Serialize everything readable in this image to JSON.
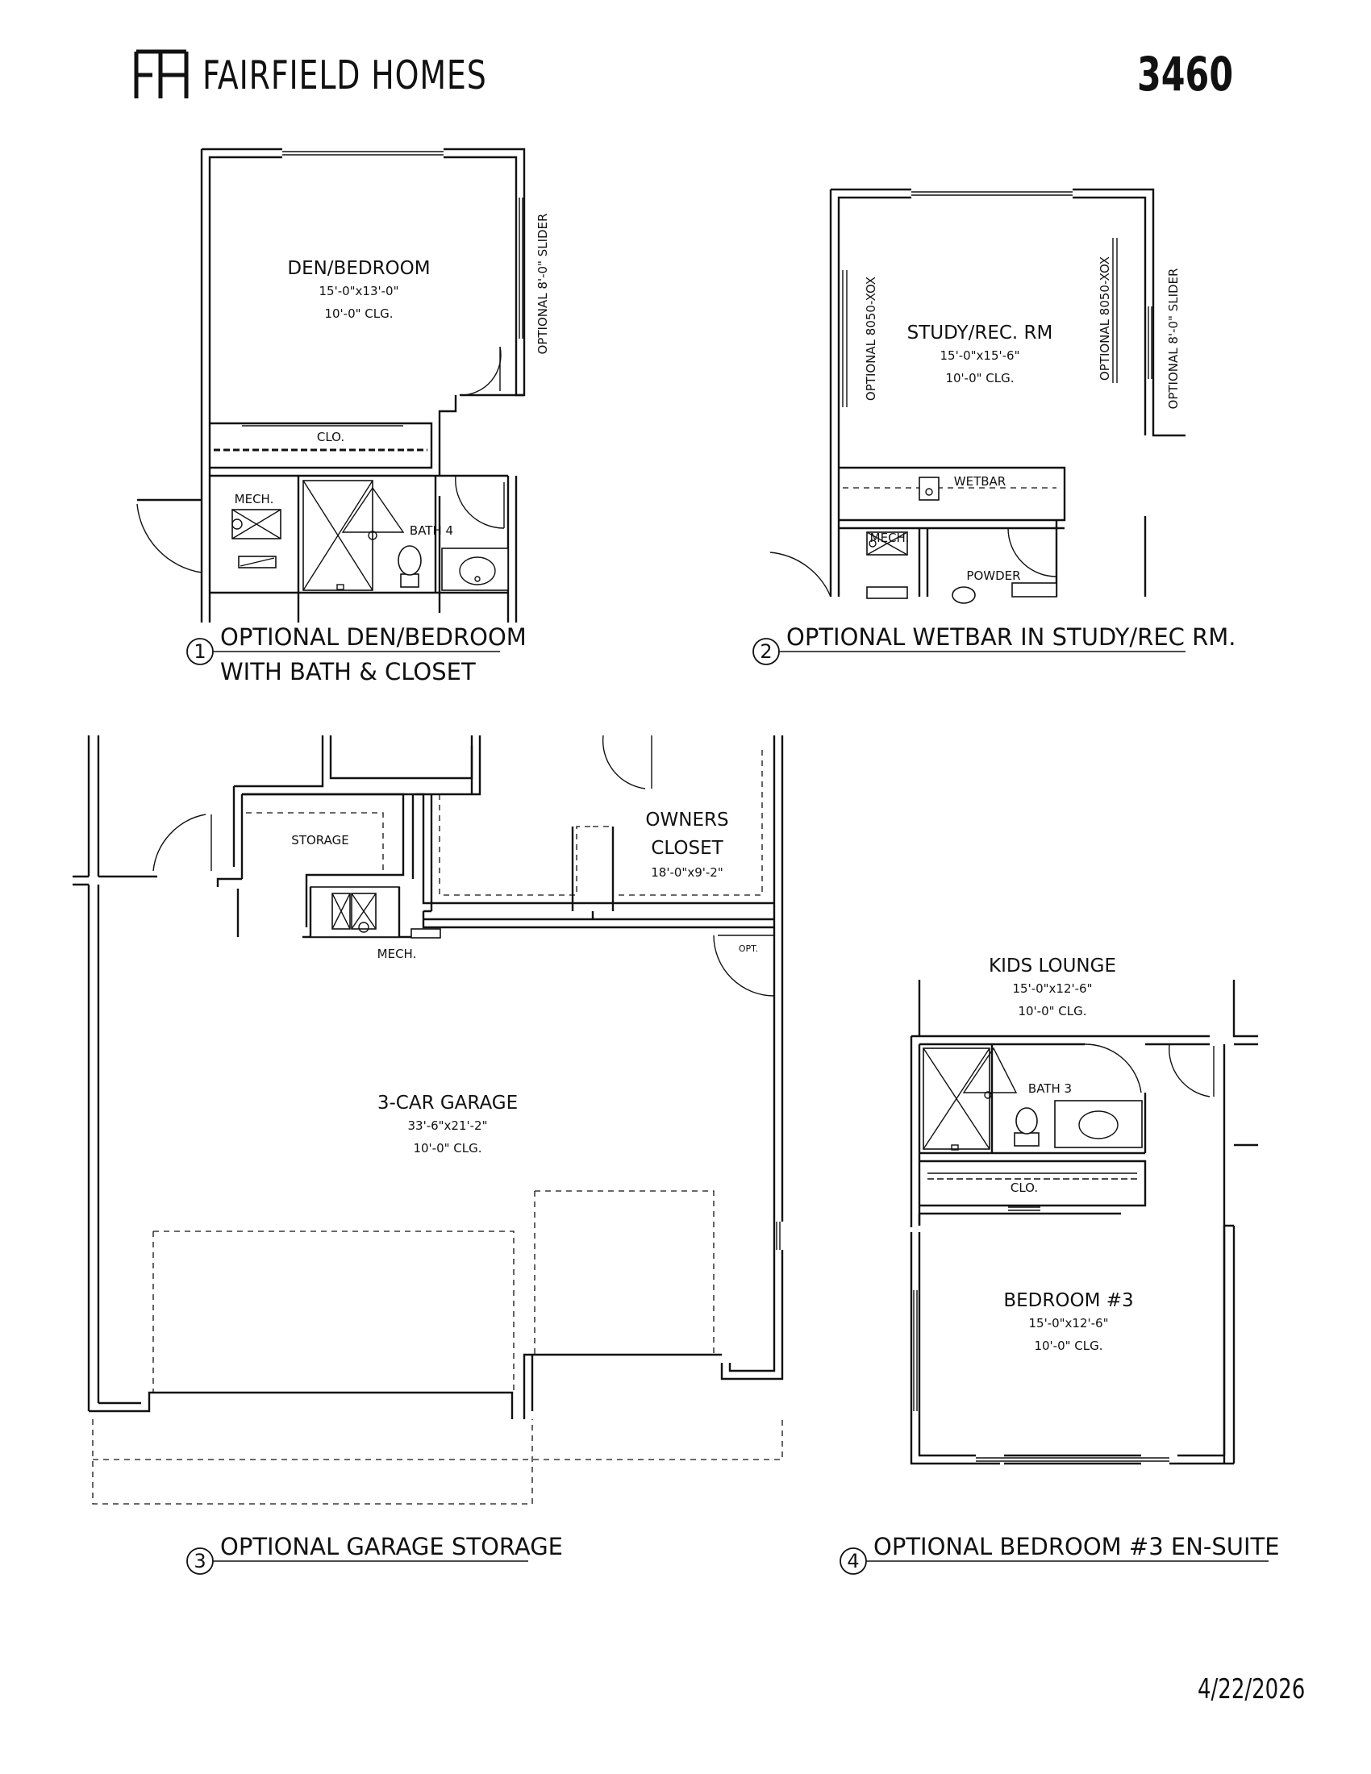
{
  "brand": {
    "name": "FAIRFIELD HOMES",
    "logo_icon": "fh-monogram-icon"
  },
  "plan_number": "3460",
  "date": "4/22/2026",
  "plans": [
    {
      "number": "1",
      "caption_line1": "OPTIONAL DEN/BEDROOM",
      "caption_line2": "WITH BATH & CLOSET",
      "rooms": [
        {
          "name": "DEN/BEDROOM",
          "size": "15'-0\"x13'-0\"",
          "ceiling": "10'-0\" CLG."
        },
        {
          "name": "CLO."
        },
        {
          "name": "MECH."
        },
        {
          "name": "BATH 4"
        }
      ],
      "notes": [
        "OPTIONAL 8'-0\" SLIDER"
      ]
    },
    {
      "number": "2",
      "caption_line1": "OPTIONAL WETBAR IN STUDY/REC RM.",
      "rooms": [
        {
          "name": "STUDY/REC. RM",
          "size": "15'-0\"x15'-6\"",
          "ceiling": "10'-0\" CLG."
        },
        {
          "name": "WETBAR"
        },
        {
          "name": "MECH."
        },
        {
          "name": "POWDER"
        }
      ],
      "notes": [
        "OPTIONAL 8050-XOX",
        "OPTIONAL 8050-XOX",
        "OPTIONAL 8'-0\" SLIDER"
      ]
    },
    {
      "number": "3",
      "caption_line1": "OPTIONAL GARAGE STORAGE",
      "rooms": [
        {
          "name": "STORAGE"
        },
        {
          "name": "OWNERS",
          "name2": "CLOSET",
          "size": "18'-0\"x9'-2\""
        },
        {
          "name": "MECH."
        },
        {
          "name": "3-CAR GARAGE",
          "size": "33'-6\"x21'-2\"",
          "ceiling": "10'-0\" CLG."
        }
      ],
      "notes": [
        "OPT."
      ]
    },
    {
      "number": "4",
      "caption_line1": "OPTIONAL BEDROOM #3 EN-SUITE",
      "rooms": [
        {
          "name": "KIDS LOUNGE",
          "size": "15'-0\"x12'-6\"",
          "ceiling": "10'-0\" CLG."
        },
        {
          "name": "BATH 3"
        },
        {
          "name": "CLO."
        },
        {
          "name": "BEDROOM #3",
          "size": "15'-0\"x12'-6\"",
          "ceiling": "10'-0\" CLG."
        }
      ]
    }
  ]
}
